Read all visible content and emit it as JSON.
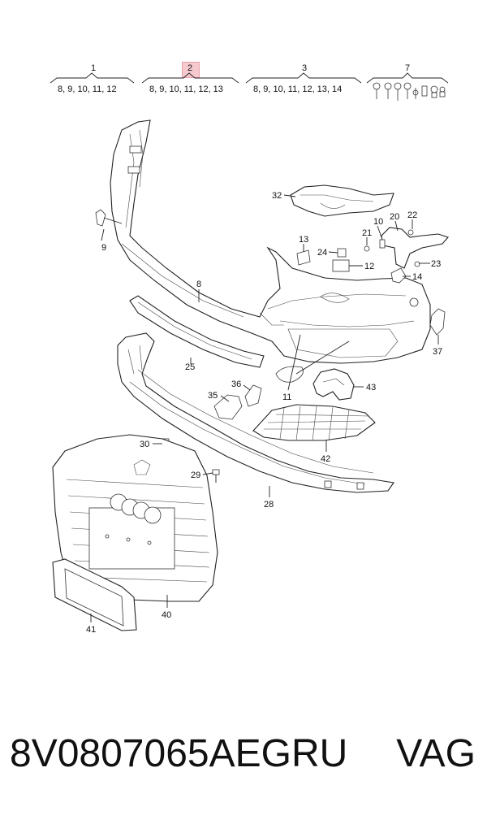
{
  "groups": [
    {
      "num": "1",
      "sub": "8, 9, 10, 11, 12"
    },
    {
      "num": "2",
      "sub": "8, 9, 10, 11, 12, 13"
    },
    {
      "num": "3",
      "sub": "8, 9, 10, 11, 12, 13, 14"
    },
    {
      "num": "7",
      "sub": ""
    }
  ],
  "callouts": {
    "c32": "32",
    "c10": "10",
    "c20": "20",
    "c22": "22",
    "c21": "21",
    "c13": "13",
    "c24": "24",
    "c12": "12",
    "c23": "23",
    "c14": "14",
    "c9": "9",
    "c8": "8",
    "c37": "37",
    "c25": "25",
    "c11": "11",
    "c36": "36",
    "c43": "43",
    "c35": "35",
    "c30": "30",
    "c42": "42",
    "c29": "29",
    "c28": "28",
    "c40": "40",
    "c41": "41"
  },
  "footer": {
    "part_number": "8V0807065AEGRU",
    "brand": "VAG"
  },
  "colors": {
    "highlight": "#f6c9cf",
    "line": "#222222"
  }
}
